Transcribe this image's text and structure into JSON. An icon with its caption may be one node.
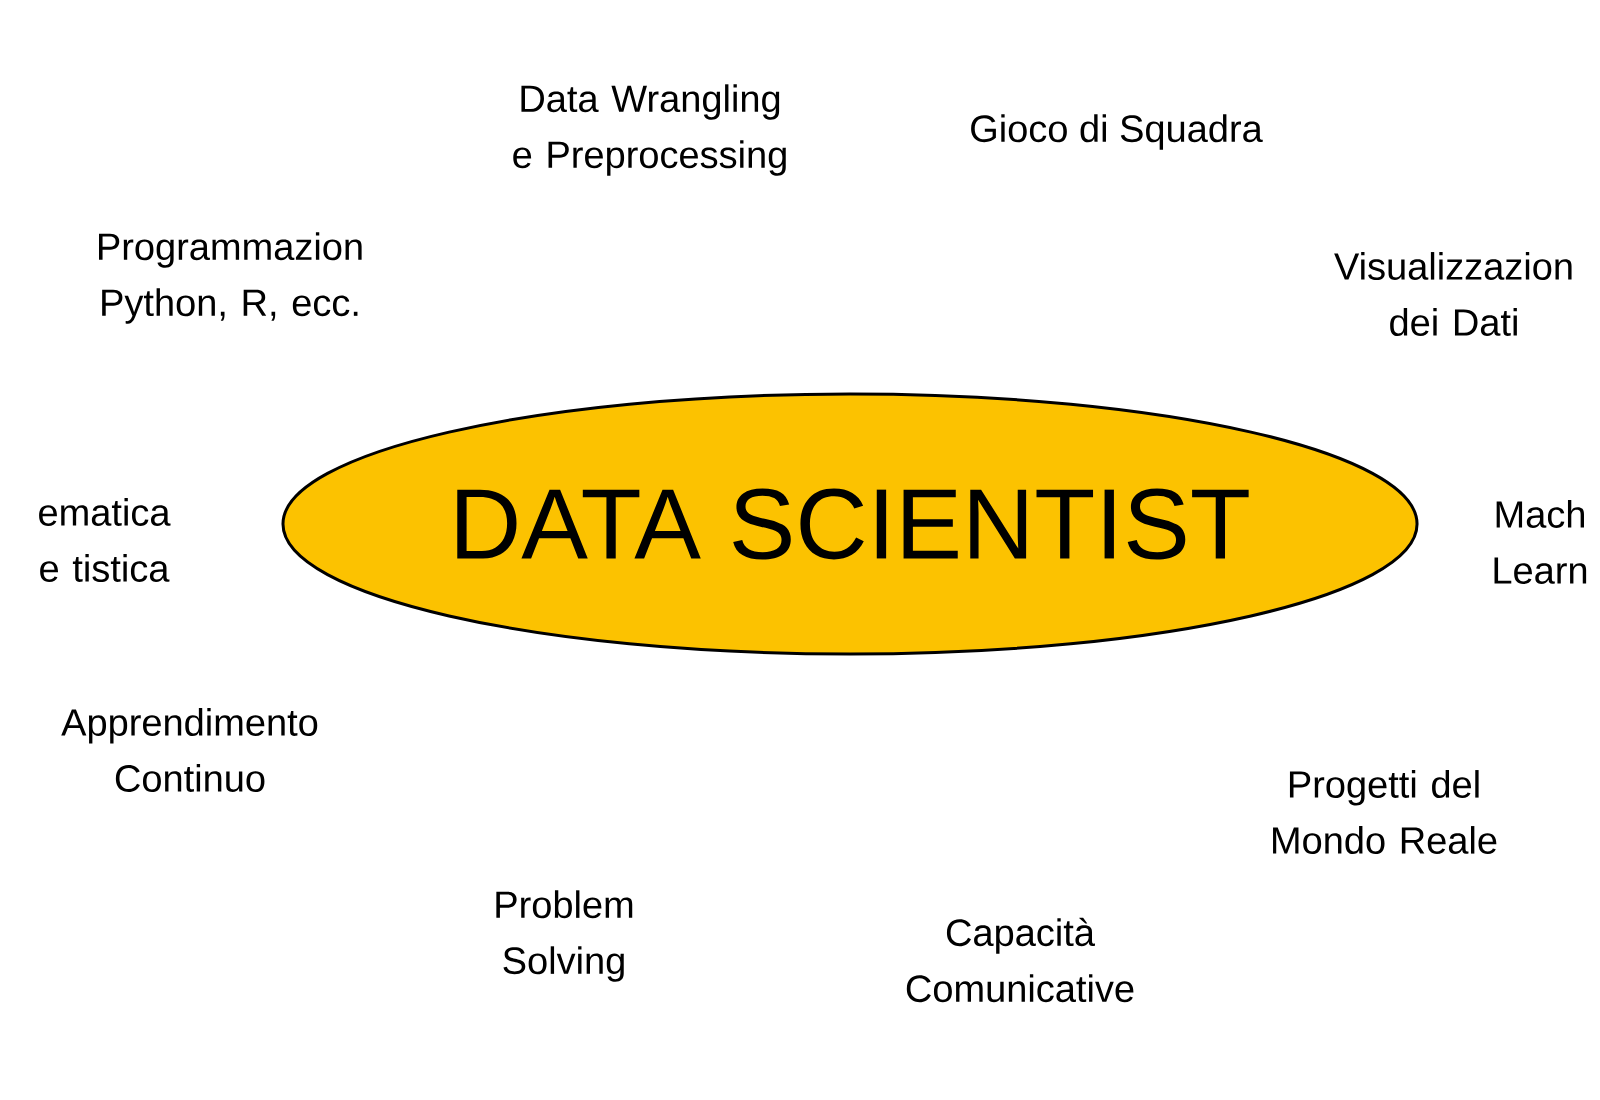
{
  "diagram": {
    "nodes": [
      {
        "text": [
          "DATA SCIENTIST"
        ]
      }
    ],
    "labels": [
      "Data Wrangling e Preprocessing",
      "Gioco di Squadra",
      "Programmazion Python, R, ecc.",
      "Visualizzazion dei Dati",
      "ematica e tistica",
      "Mach Learn",
      "Apprendimento Continuo",
      "Progetti del Mondo Reale",
      "Problem Solving",
      "Capacità Comunicative"
    ]
  }
}
